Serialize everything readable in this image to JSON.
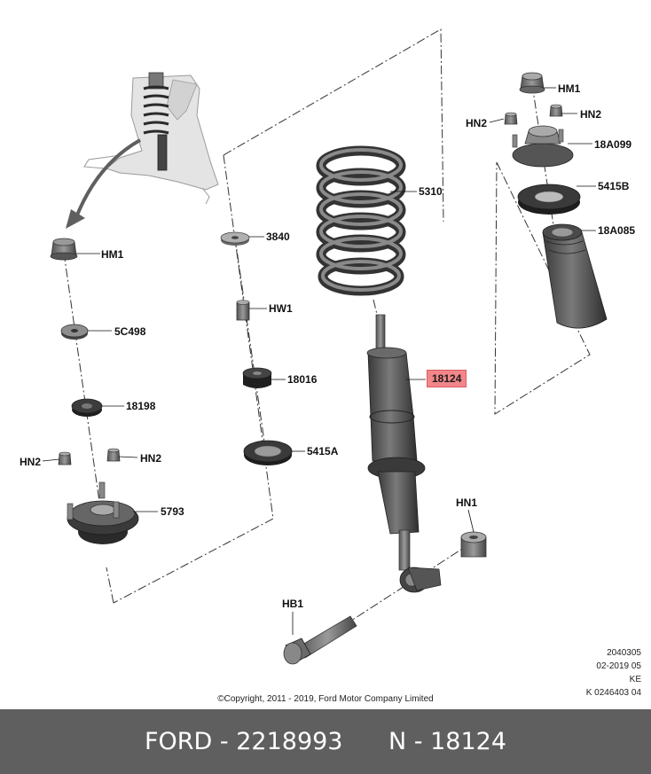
{
  "callouts": {
    "hm1_left": "HM1",
    "c5498": "5C498",
    "p18198": "18198",
    "hn2_left": "HN2",
    "hn2_mid": "HN2",
    "p5793": "5793",
    "p3840": "3840",
    "hw1": "HW1",
    "p18016": "18016",
    "p5415a": "5415A",
    "p5310": "5310",
    "p18124": "18124",
    "hn1": "HN1",
    "hb1": "HB1",
    "hm1_right": "HM1",
    "hn2_right_a": "HN2",
    "hn2_right_b": "HN2",
    "p18a099": "18A099",
    "p5415b": "5415B",
    "p18a085": "18A085"
  },
  "metadata": [
    "2040305",
    "02-2019 05",
    "KE",
    "K 0246403 04"
  ],
  "copyright": "©Copyright, 2011 - 2019, Ford Motor Company Limited",
  "footer": {
    "brand_part": "FORD - 2218993",
    "n_part": "N - 18124"
  },
  "colors": {
    "highlight": "#f2868a",
    "footer_bg": "#5f5f5f",
    "part_dark": "#4a4a4a",
    "part_light": "#d6d6d6"
  }
}
